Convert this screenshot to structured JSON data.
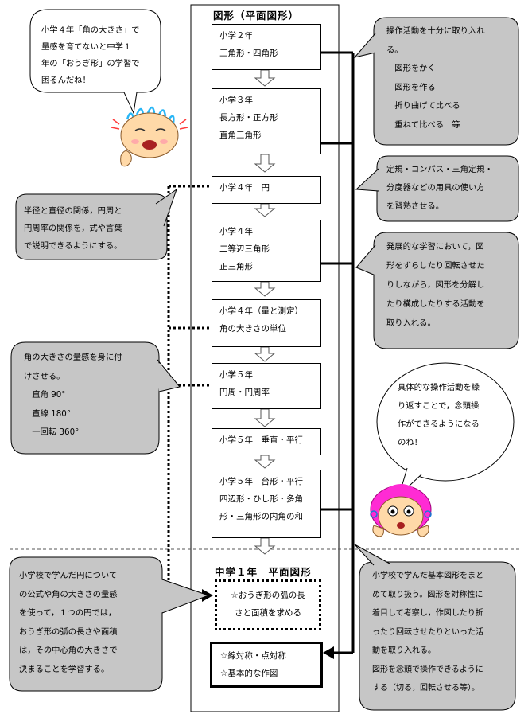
{
  "title": "図形（平面図形）",
  "flow_boxes": [
    {
      "lines": [
        "小学２年",
        "三角形・四角形"
      ]
    },
    {
      "lines": [
        "小学３年",
        "長方形・正方形",
        "直角三角形"
      ]
    },
    {
      "lines": [
        "小学４年　円"
      ]
    },
    {
      "lines": [
        "小学４年",
        "二等辺三角形",
        "正三角形"
      ]
    },
    {
      "lines": [
        "小学４年（量と測定）",
        "角の大きさの単位"
      ]
    },
    {
      "lines": [
        "小学５年",
        "円周・円周率"
      ]
    },
    {
      "lines": [
        "小学５年　垂直・平行"
      ]
    },
    {
      "lines": [
        "小学５年　台形・平行",
        "四辺形・ひし形・多角",
        "形・三角形の内角の和"
      ]
    }
  ],
  "middle_title": "中学１年　平面図形",
  "middle_boxes": [
    {
      "lines": [
        "☆おうぎ形の弧の長",
        "さと面積を求める"
      ]
    },
    {
      "lines": [
        "☆線対称・点対称",
        "☆基本的な作図"
      ]
    }
  ],
  "left_notes": [
    {
      "lines": [
        "小学４年「角の大きさ」で",
        "量感を育てないと中学１",
        "年の「おうぎ形」の学習で",
        "困るんだね！"
      ]
    },
    {
      "lines": [
        "半径と直径の関係，円周と",
        "円周率の関係を，式や言葉",
        "で説明できるようにする。"
      ]
    },
    {
      "lines": [
        "角の大きさの量感を身に付",
        "けさせる。",
        "　直角 90°",
        "　直線 180°",
        "　一回転 360°"
      ]
    },
    {
      "lines": [
        "小学校で学んだ円について",
        "の公式や角の大きさの量感",
        "を使って，１つの円では，",
        "おうぎ形の弧の長さや面積",
        "は，その中心角の大きさで",
        "決まることを学習する。"
      ]
    }
  ],
  "right_notes": [
    {
      "lines": [
        "操作活動を十分に取り入れ",
        "る。",
        "　図形をかく",
        "　図形を作る",
        "　折り曲げて比べる",
        "　重ねて比べる　等"
      ]
    },
    {
      "lines": [
        "定規・コンパス・三角定規・",
        "分度器などの用具の使い方",
        "を習熟させる。"
      ]
    },
    {
      "lines": [
        "発展的な学習において，図",
        "形をずらしたり回転させた",
        "りしながら，図形を分解し",
        "たり構成したりする活動を",
        "取り入れる。"
      ]
    },
    {
      "lines": [
        "具体的な操作活動を繰",
        "り返すことで，念頭操",
        "作ができるようになる",
        "のね！"
      ]
    },
    {
      "lines": [
        "小学校で学んだ基本図形をまと",
        "めて取り扱う。図形を対称性に",
        "着目して考察し，作図したり折",
        "ったり回転させたりといった活",
        "動を取り入れる。",
        "図形を念頭で操作できるように",
        "する（切る，回転させる等）。"
      ]
    }
  ],
  "colors": {
    "bubble_gray": "#c6c6c6",
    "face_peach": "#ffd9a8",
    "boy_hair": "#29b6f6",
    "girl_hair": "#ff2bd4",
    "line": "#000000"
  }
}
